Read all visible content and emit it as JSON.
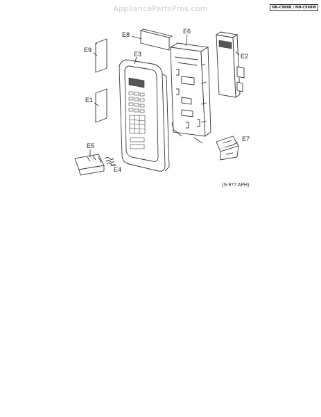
{
  "watermark": "AppliancePartsPros.com",
  "model_box": "NN-C988B / NN-C988W",
  "diagram_code": "(S-977 APH)",
  "parts": {
    "e1": "E1",
    "e2": "E2",
    "e3": "E3",
    "e4": "E4",
    "e5": "E5",
    "e6": "E6",
    "e7": "E7",
    "e8": "E8",
    "e9": "E9"
  }
}
